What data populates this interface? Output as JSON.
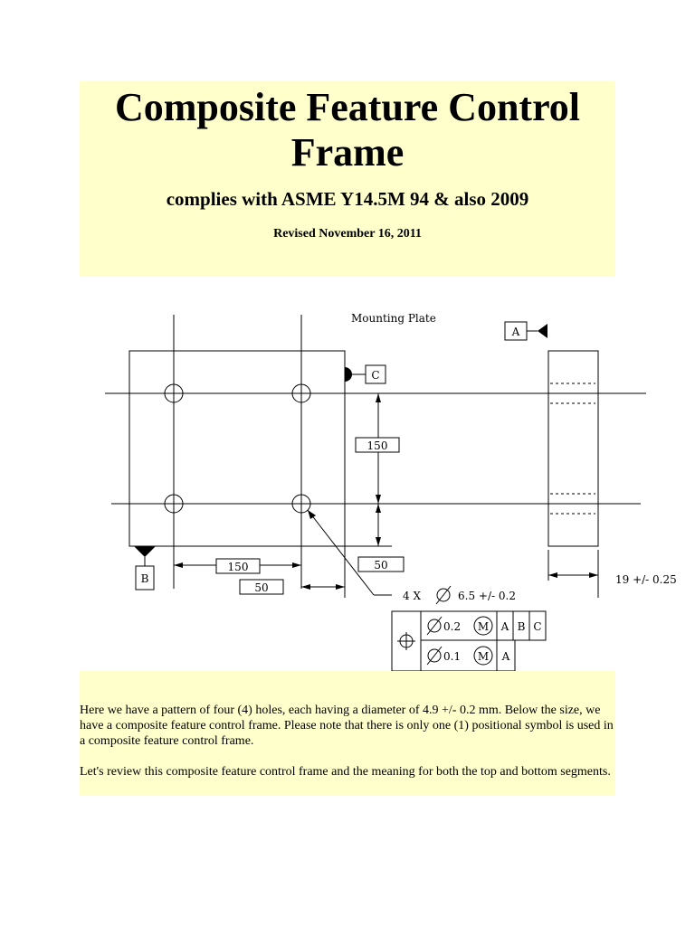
{
  "header": {
    "title": "Composite Feature Control Frame",
    "subtitle": "complies with ASME Y14.5M 94 & also 2009",
    "revised": "Revised November 16, 2011"
  },
  "drawing": {
    "plate_title": "Mounting Plate",
    "datum_a": "A",
    "datum_b": "B",
    "datum_c": "C",
    "dim_150_vertical": "150",
    "dim_150_horizontal": "150",
    "dim_50_vertical": "50",
    "dim_50_horizontal": "50",
    "thickness": "19 +/- 0.25",
    "hole_callout_count": "4 X",
    "hole_callout_size": "6.5 +/- 0.2",
    "fcf_top_tolerance": "0.2",
    "fcf_bottom_tolerance": "0.1",
    "modifier": "M",
    "fcf_top_datums": [
      "A",
      "B",
      "C"
    ],
    "fcf_bottom_datums": [
      "A"
    ]
  },
  "body": {
    "paragraph1": "Here we have a pattern of four (4) holes, each having a diameter of 4.9 +/- 0.2 mm. Below the size, we have a composite feature control frame. Please note that there is only one (1) positional symbol is used in a composite feature control frame.",
    "paragraph2": "Let's review this composite feature control frame and the meaning for both the top and bottom segments."
  }
}
